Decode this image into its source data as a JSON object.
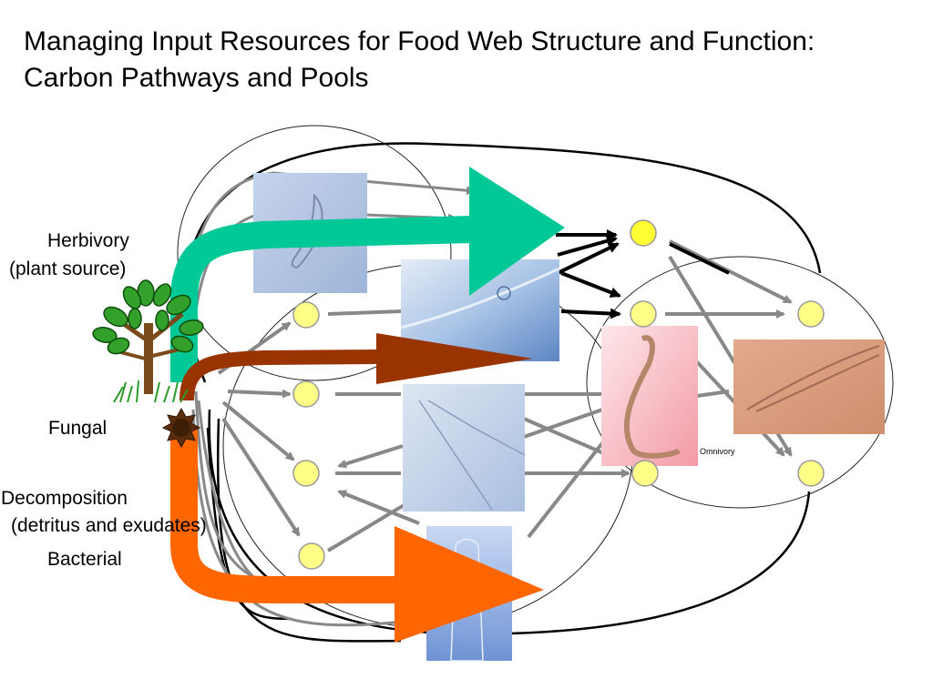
{
  "title": {
    "line1": "Managing Input Resources for Food Web Structure and Function:",
    "line2": "Carbon Pathways and Pools"
  },
  "labels": {
    "herbivory": "Herbivory",
    "plant_source": "(plant source)",
    "fungal": "Fungal",
    "decomposition": "Decomposition",
    "detritus": "(detritus and exudates)",
    "bacterial": "Bacterial",
    "omnivory": "Omnivory"
  },
  "colors": {
    "herbivory_arrow": "#00c896",
    "fungal_arrow": "#993300",
    "bacterial_arrow": "#ff6600",
    "node_fill": "#ffff88",
    "node_fill_top": "#ffff33",
    "gray_arrow": "#888888",
    "black_line": "#000000"
  },
  "icons": {
    "plant": "tree-icon",
    "fungus": "spiky-ball-icon"
  },
  "photos": [
    "nematode-photo-1",
    "nematode-photo-2",
    "nematode-photo-3",
    "nematode-photo-4",
    "nematode-photo-5",
    "nematode-photo-6"
  ]
}
